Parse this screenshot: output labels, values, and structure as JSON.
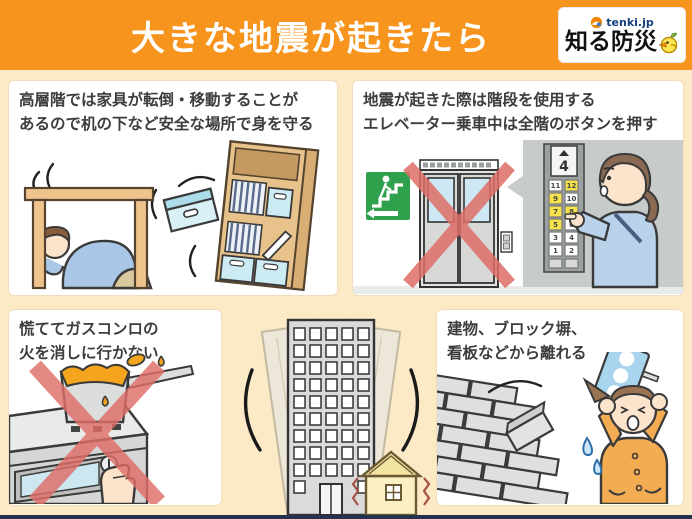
{
  "header": {
    "title": "大きな地震が起きたら",
    "logo_brand": "tenki.jp",
    "logo_title": "知る防災"
  },
  "panels": {
    "quake_desk": {
      "line1": "高層階では家具が転倒・移動することが",
      "line2": "あるので机の下など安全な場所で身を守る"
    },
    "elevator": {
      "line1": "地震が起きた際は階段を使用する",
      "line2": "エレベーター乗車中は全階のボタンを押す"
    },
    "gas_stove": {
      "line1": "慌ててガスコンロの",
      "line2": "火を消しに行かない"
    },
    "outdoors": {
      "line1": "建物、ブロック塀、",
      "line2": "看板などから離れる"
    }
  },
  "elevator_panel": {
    "floor": "4",
    "buttons": [
      [
        "11",
        "12"
      ],
      [
        "9",
        "10"
      ],
      [
        "7",
        "8"
      ],
      [
        "5",
        "6"
      ],
      [
        "3",
        "4"
      ],
      [
        "1",
        "2"
      ]
    ]
  },
  "colors": {
    "header_orange": "#F6941E",
    "background_cream": "#FCE9C5",
    "prohibition_red": "#DF6E68",
    "exit_green": "#2FA04C",
    "bottom_bar_navy": "#24324E"
  }
}
